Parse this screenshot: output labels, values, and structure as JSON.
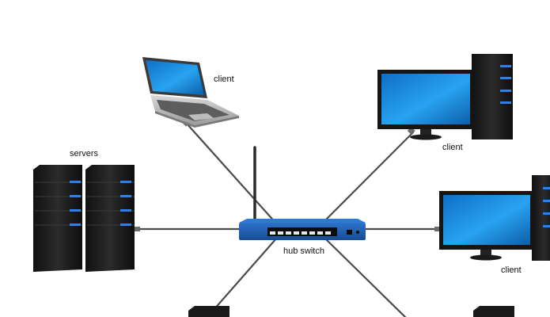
{
  "diagram": {
    "nodes": {
      "client_laptop": {
        "label": "client",
        "icon": "laptop-icon"
      },
      "client_desktop_top": {
        "label": "client",
        "icon": "desktop-computer-icon"
      },
      "client_desktop_right": {
        "label": "client",
        "icon": "desktop-computer-icon"
      },
      "servers": {
        "label": "servers",
        "icon": "server-rack-icon"
      },
      "hub_switch": {
        "label": "hub switch",
        "icon": "network-switch-icon"
      }
    },
    "colors": {
      "cable": "#4a4a4a",
      "switch_body": "#1f5fb3",
      "screen": "#1e90e0",
      "server_body": "#1a1a1a",
      "server_led": "#2f7fe8"
    }
  }
}
